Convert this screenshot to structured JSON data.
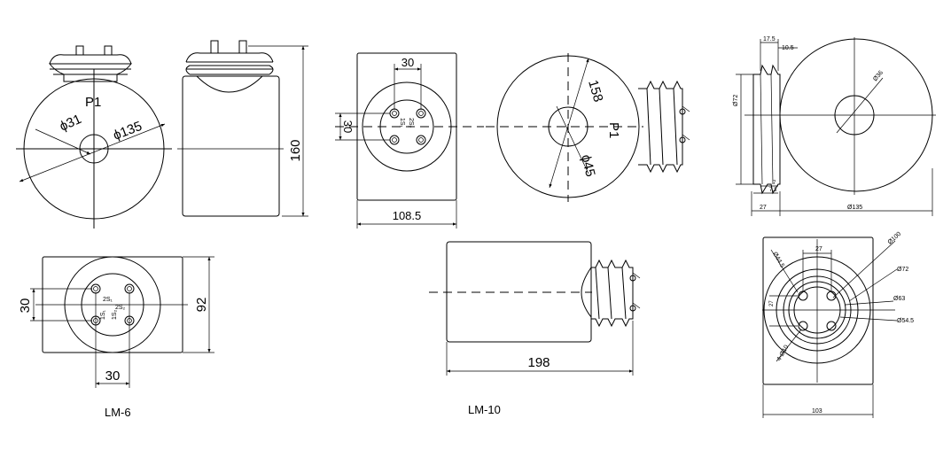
{
  "lm6": {
    "model": "LM-6",
    "terminal": "P1",
    "dim_inner": "ϕ31",
    "dim_outer": "ϕ135",
    "dim_height": "160",
    "dim_width": "92",
    "dim_bolt_h": "30",
    "dim_bolt_v": "30",
    "wind_labels": [
      "1S₁",
      "2S₁",
      "1S₂",
      "2S₂"
    ]
  },
  "lm10": {
    "model": "LM-10",
    "terminal": "P1",
    "dim_width": "108.5",
    "dim_bolt_h": "30",
    "dim_bolt_v": "30",
    "dim_outer": "158",
    "dim_inner": "ϕ45",
    "dim_length": "198",
    "wind_labels": [
      "1S₁",
      "2S₂",
      "1S₂",
      "2S₁"
    ]
  },
  "detail": {
    "side_top_a": "17.5",
    "side_top_b": "10.5",
    "side_dia": "Ø72",
    "side_gap_a": "7",
    "side_gap_b": "7.3",
    "side_base": "27",
    "front_dia": "Ø135",
    "front_hole": "Ø36",
    "flange_top": "27",
    "flange_side": "27",
    "flange_d100": "Ø100",
    "flange_d72": "Ø72",
    "flange_d63": "Ø63",
    "flange_d54": "Ø54.5",
    "flange_d44": "Ø44.5",
    "flange_holes": "4-Ø10",
    "flange_width": "103"
  }
}
